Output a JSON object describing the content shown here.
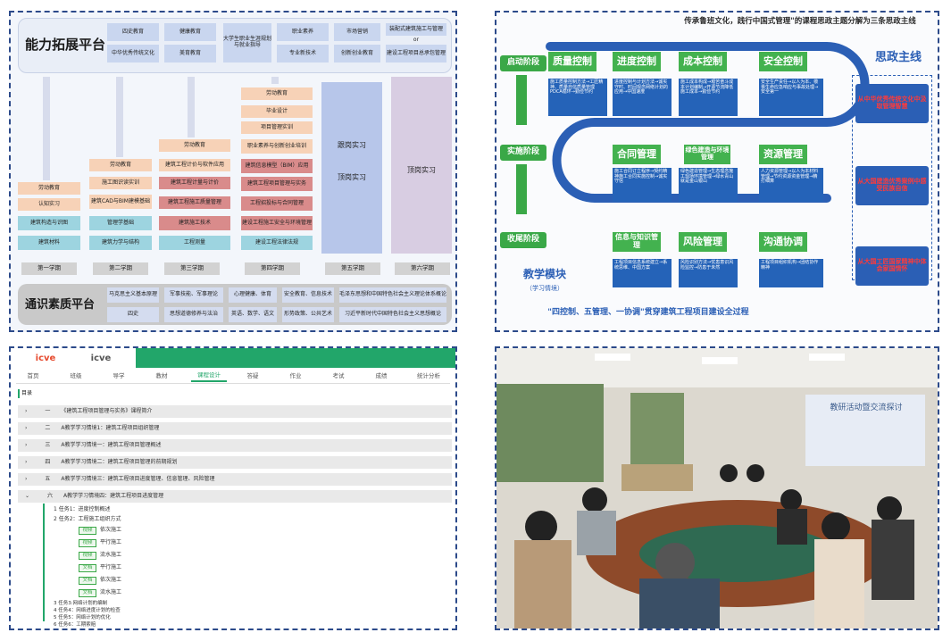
{
  "panel1": {
    "top_title": "能力拓展平台",
    "top_cells": [
      "四史教育",
      "健康教育",
      "大学生职业生涯规划与就业指导",
      "职业素养",
      "市场营销",
      "装配式建筑施工与管理",
      "中华优秀传统文化",
      "美育教育",
      "专业新技术",
      "创新创业教育",
      "or",
      "建设工程项目总承包管理"
    ],
    "col1": [
      "劳动教育",
      "认知实习",
      "建筑构造与识图",
      "建筑材料"
    ],
    "col2": [
      "劳动教育",
      "施工图识读实训",
      "建筑CAD与BIM建模基础",
      "管理学基础",
      "建筑力学与结构"
    ],
    "col3": [
      "劳动教育",
      "建筑工程计价与软件应用",
      "建筑工程计量与计价",
      "建筑工程施工质量管理",
      "建筑施工技术",
      "工程测量"
    ],
    "col4": [
      "劳动教育",
      "毕业设计",
      "项目管理实训",
      "职业素养与创新创业培训",
      "建筑信息模型（BIM）应用",
      "建筑工程项目管理与实务",
      "工程招投标与合同管理",
      "建设工程施工安全与环境管理",
      "建设工程法律法规"
    ],
    "col5": [
      "跟岗实习",
      "顶岗实习"
    ],
    "col6": [
      "顶岗实习"
    ],
    "semesters": [
      "第一学期",
      "第二学期",
      "第三学期",
      "第四学期",
      "第五学期",
      "第六学期"
    ],
    "bottom_title": "通识素质平台",
    "bottom_cells": [
      "马克思主义基本原理",
      "军事技能、军事理论",
      "心理健康、体育",
      "安全教育、信息技术",
      "毛泽东思想和中国特色社会主义理论体系概论",
      "四史",
      "思想道德修养与法治",
      "英语、数学、语文",
      "形势政策、公共艺术",
      "习近平新时代中国特色社会主义思想概论"
    ]
  },
  "panel2": {
    "banner": "传承鲁班文化，践行中国式管理\"的课程思政主题分解为三条思政主线",
    "ideo_title": "思政主线",
    "phases": [
      "启动阶段",
      "实施阶段",
      "收尾阶段"
    ],
    "modules": [
      {
        "title": "质量控制",
        "body": "施工质量控制方法→工匠精神、质量自信质量管理PDCA循环→勤俭节约"
      },
      {
        "title": "进度控制",
        "body": "进度控制与计划方法→诚实守时、时间观念网络计划的应用→中国速度"
      },
      {
        "title": "成本控制",
        "body": "施工成本构成→艰苦奋斗成本计划编制→开源节流降低施工成本→勤俭节约"
      },
      {
        "title": "安全控制",
        "body": "安全生产责任→以人为本、敬畏生命应急响应与事故处理→安全第一"
      },
      {
        "title": "合同管理",
        "body": "施工合同订立程序→契约精神施工合同实施控制→诚实守信"
      },
      {
        "title": "绿色建造与环境管理",
        "body": "绿色建造管理→生态理念施工现场环境管理→绿水青山就是金山银山"
      },
      {
        "title": "资源管理",
        "body": "人力资源管理→以人为本材料管理→节约资源资金管理→精打细算"
      },
      {
        "title": "信息与知识管理",
        "body": "工程项目信息系统建立→系统思维、中国方案"
      },
      {
        "title": "风险管理",
        "body": "风险识别方法→忧患意识风险监控→防患于未然"
      },
      {
        "title": "沟通协调",
        "body": "工程项目组织机构→团结协作精神"
      }
    ],
    "ideo_lines": [
      "从中华优秀传统文化中汲取管理智慧",
      "从大国建造优秀案例中感受民族自信",
      "从大国工匠国家精神中体会家国情怀"
    ],
    "teach_title": "教学模块",
    "teach_sub": "（学习情境）",
    "footer": "\"四控制、五管理、一协调\"贯穿建筑工程项目建设全过程"
  },
  "panel3": {
    "logo1": "icve",
    "logo2": "icve",
    "tabs": [
      "首页",
      "班级",
      "导学",
      "教材",
      "课程设计",
      "答疑",
      "作业",
      "考试",
      "成绩",
      "统计分析"
    ],
    "active_tab": "课程设计",
    "toc_label": "目录",
    "rows": [
      {
        "num": "一",
        "text": "《建筑工程项目管理与实务》课程简介"
      },
      {
        "num": "二",
        "text": "A教学学习情境1：建筑工程项目组织管理"
      },
      {
        "num": "三",
        "text": "A教学学习情境一：建筑工程项目管理概述"
      },
      {
        "num": "四",
        "text": "A教学学习情境二：建筑工程项目管理的前期规划"
      },
      {
        "num": "五",
        "text": "A教学学习情境三：建筑工程项目进度管理、信息管理、风险管理"
      },
      {
        "num": "六",
        "text": "A教学学习情境四：建筑工程项目进度管理"
      }
    ],
    "tasks": [
      "1 任务1：进度控制概述",
      "2 任务2：工程施工组织方式"
    ],
    "resources": [
      {
        "badge": "视频",
        "text": "依次施工"
      },
      {
        "badge": "视频",
        "text": "平行施工"
      },
      {
        "badge": "视频",
        "text": "流水施工"
      },
      {
        "badge": "文档",
        "text": "平行施工"
      },
      {
        "badge": "文档",
        "text": "依次施工"
      },
      {
        "badge": "文档",
        "text": "流水施工"
      }
    ],
    "more_tasks": [
      "3 任务3:网络计划的编制",
      "4 任务4：网络进度计划的检查",
      "5 任务5：网络计划的优化",
      "6 任务6：工期索赔"
    ]
  },
  "panel4": {
    "screen_text": "教研活动暨交流探讨"
  }
}
